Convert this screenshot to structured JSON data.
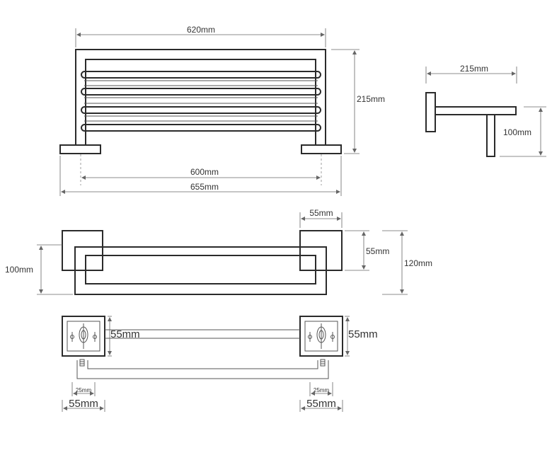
{
  "dimensions": {
    "front_width": "620mm",
    "front_height": "215mm",
    "front_post_spacing": "600mm",
    "front_overall": "655mm",
    "side_depth": "215mm",
    "side_height": "100mm",
    "top_base_width": "55mm",
    "top_base_height": "55mm",
    "top_overall_depth": "120mm",
    "top_depth_left": "100mm",
    "bottom_left_base_height": "55mm",
    "bottom_right_base_height": "55mm",
    "bottom_left_hole": "25mm",
    "bottom_right_hole": "25mm",
    "bottom_left_width": "55mm",
    "bottom_right_width": "55mm"
  }
}
